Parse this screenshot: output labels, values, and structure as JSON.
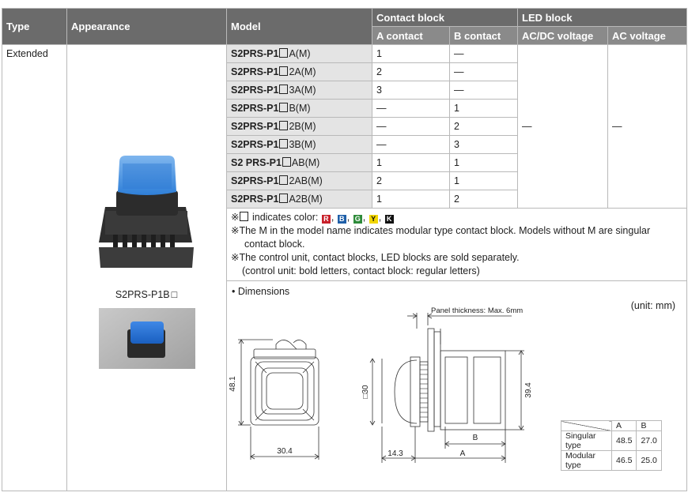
{
  "headers": {
    "type": "Type",
    "appearance": "Appearance",
    "model": "Model",
    "contact_block": "Contact block",
    "a_contact": "A contact",
    "b_contact": "B contact",
    "led_block": "LED block",
    "acdc_voltage": "AC/DC voltage",
    "ac_voltage": "AC voltage"
  },
  "type_value": "Extended",
  "rows": [
    {
      "bold": "S2PRS-P1",
      "regular": "A(M)",
      "a": "1",
      "b": "—"
    },
    {
      "bold": "S2PRS-P1",
      "regular": "2A(M)",
      "a": "2",
      "b": "—"
    },
    {
      "bold": "S2PRS-P1",
      "regular": "3A(M)",
      "a": "3",
      "b": "—"
    },
    {
      "bold": "S2PRS-P1",
      "regular": "B(M)",
      "a": "—",
      "b": "1"
    },
    {
      "bold": "S2PRS-P1",
      "regular": "2B(M)",
      "a": "—",
      "b": "2"
    },
    {
      "bold": "S2PRS-P1",
      "regular": "3B(M)",
      "a": "—",
      "b": "3"
    },
    {
      "bold": "S2 PRS-P1",
      "regular": "AB(M)",
      "a": "1",
      "b": "1"
    },
    {
      "bold": "S2PRS-P1",
      "regular": "2AB(M)",
      "a": "2",
      "b": "1"
    },
    {
      "bold": "S2PRS-P1",
      "regular": "A2B(M)",
      "a": "1",
      "b": "2"
    }
  ],
  "led_acdc": "—",
  "led_ac": "—",
  "appearance_caption": "S2PRS-P1B",
  "notes": {
    "mark": "※",
    "color_note": "indicates color:",
    "colors": [
      {
        "letter": "R",
        "hex": "#c8202a"
      },
      {
        "letter": "B",
        "hex": "#1f5fa8"
      },
      {
        "letter": "G",
        "hex": "#2e8b3a"
      },
      {
        "letter": "Y",
        "hex": "#f2d600"
      },
      {
        "letter": "K",
        "hex": "#111111"
      }
    ],
    "modular_note": "※The M in the model name indicates modular type contact block. Models without M are singular",
    "modular_note_2": "contact block.",
    "sold_note": "※The control unit, contact blocks, LED blocks are sold separately.",
    "sold_note_2": "(control unit: bold letters, contact block: regular letters)"
  },
  "dimensions": {
    "title": "• Dimensions",
    "unit": "(unit: mm)",
    "panel_thickness": "Panel thickness: Max. 6mm",
    "height_48": "48.1",
    "width_30_4": "30.4",
    "square_30": "□30",
    "depth_14_3": "14.3",
    "height_39_4": "39.4",
    "label_a": "A",
    "label_b": "B",
    "table": {
      "col_a": "A",
      "col_b": "B",
      "rows": [
        {
          "name": "Singular type",
          "a": "48.5",
          "b": "27.0"
        },
        {
          "name": "Modular type",
          "a": "46.5",
          "b": "25.0"
        }
      ]
    }
  }
}
